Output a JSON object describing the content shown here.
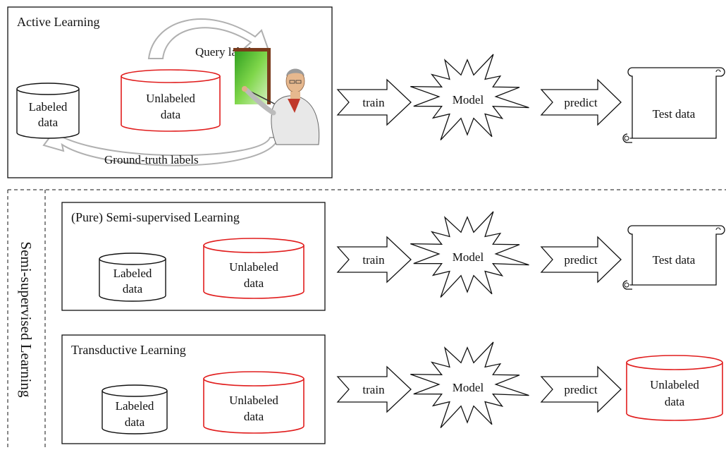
{
  "colors": {
    "stroke": "#111111",
    "unlabeled": "#e11d1d",
    "cycle_arrow": "#c8c8c8",
    "board": "#4fbf2a",
    "background": "#ffffff"
  },
  "active": {
    "title": "Active Learning",
    "query_label": "Query labels",
    "ground_truth_label": "Ground-truth labels",
    "labeled": [
      "Labeled",
      "data"
    ],
    "unlabeled": [
      "Unlabeled",
      "data"
    ],
    "train": "train",
    "model": "Model",
    "predict": "predict",
    "output": [
      "Test data"
    ],
    "teacher_icon": "teacher-pointing-board-icon"
  },
  "side_label": "Semi-supervised Learning",
  "pure": {
    "title": "(Pure) Semi-supervised Learning",
    "labeled": [
      "Labeled",
      "data"
    ],
    "unlabeled": [
      "Unlabeled",
      "data"
    ],
    "train": "train",
    "model": "Model",
    "predict": "predict",
    "output": [
      "Test data"
    ]
  },
  "transductive": {
    "title": "Transductive Learning",
    "labeled": [
      "Labeled",
      "data"
    ],
    "unlabeled": [
      "Unlabeled",
      "data"
    ],
    "train": "train",
    "model": "Model",
    "predict": "predict",
    "output": [
      "Unlabeled",
      "data"
    ]
  }
}
